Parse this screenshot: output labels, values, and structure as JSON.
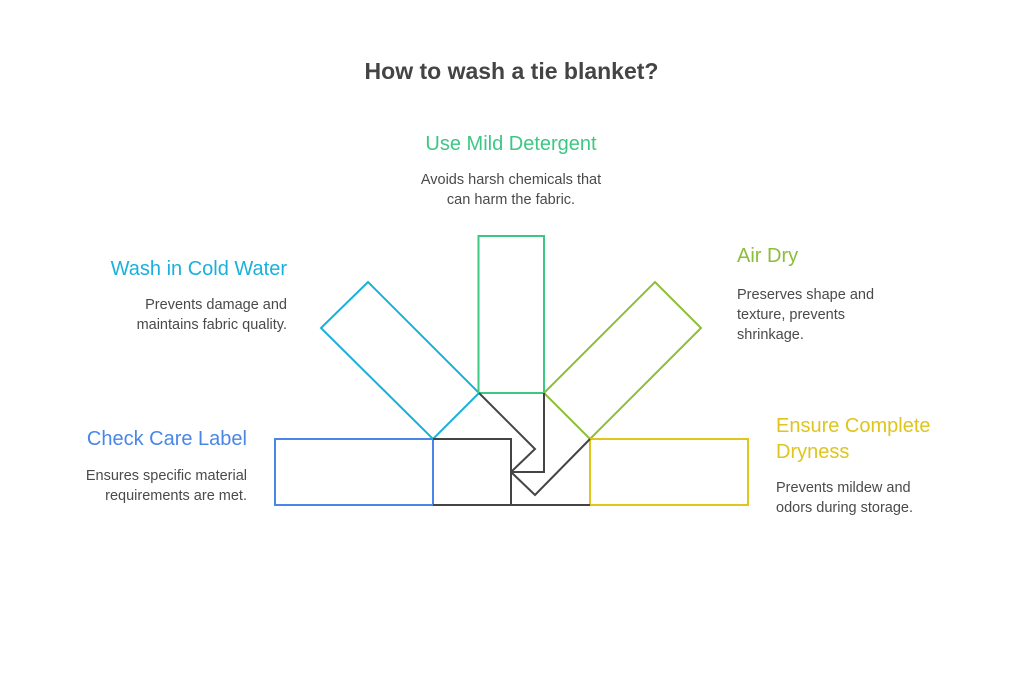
{
  "title": "How to wash a tie blanket?",
  "colors": {
    "check": "#4a86e8",
    "cold": "#1ab0dc",
    "mild": "#3cc785",
    "air": "#8cbe3a",
    "dry": "#dfc51c",
    "center": "#444444"
  },
  "steps": [
    {
      "heading": "Check Care Label",
      "desc": "Ensures specific material requirements are met."
    },
    {
      "heading": "Wash in Cold Water",
      "desc": "Prevents damage and maintains fabric quality."
    },
    {
      "heading": "Use Mild Detergent",
      "desc": "Avoids harsh chemicals that can harm the fabric."
    },
    {
      "heading": "Air Dry",
      "desc": "Preserves shape and texture, prevents shrinkage."
    },
    {
      "heading": "Ensure Complete Dryness",
      "desc": "Prevents mildew and odors during storage."
    }
  ]
}
